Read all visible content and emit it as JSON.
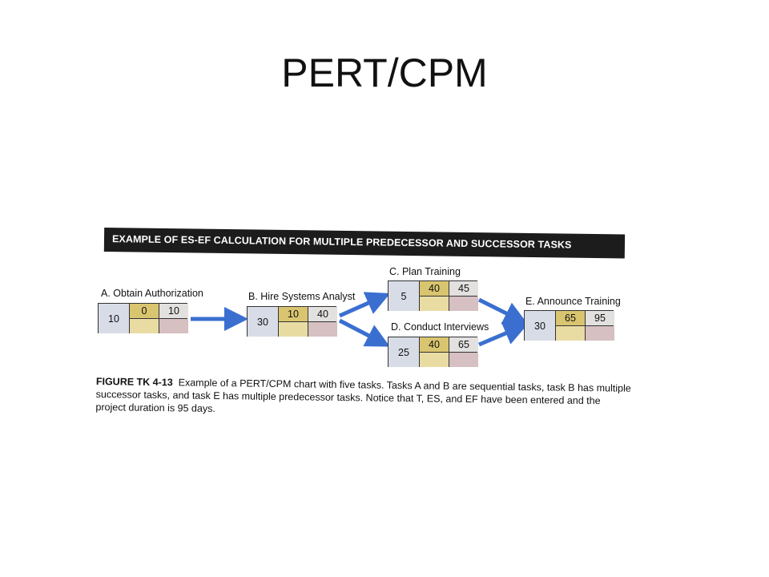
{
  "slide": {
    "title": "PERT/CPM"
  },
  "figure": {
    "banner": "EXAMPLE OF ES-EF CALCULATION FOR MULTIPLE PREDECESSOR AND SUCCESSOR TASKS",
    "tasks": [
      {
        "id": "a",
        "label": "A. Obtain Authorization",
        "t": "10",
        "es": "0",
        "ef": "10"
      },
      {
        "id": "b",
        "label": "B. Hire Systems Analyst",
        "t": "30",
        "es": "10",
        "ef": "40"
      },
      {
        "id": "c",
        "label": "C. Plan Training",
        "t": "5",
        "es": "40",
        "ef": "45"
      },
      {
        "id": "d",
        "label": "D. Conduct Interviews",
        "t": "25",
        "es": "40",
        "ef": "65"
      },
      {
        "id": "e",
        "label": "E. Announce Training",
        "t": "30",
        "es": "65",
        "ef": "95"
      }
    ],
    "caption_label": "FIGURE TK 4-13",
    "caption_text": "Example of a PERT/CPM chart with five tasks. Tasks A and B are sequential tasks, task B has multiple successor tasks, and task E has multiple predecessor tasks. Notice that T, ES, and EF have been entered and the project duration is 95 days.",
    "arrow_color": "#3a6fd0"
  }
}
